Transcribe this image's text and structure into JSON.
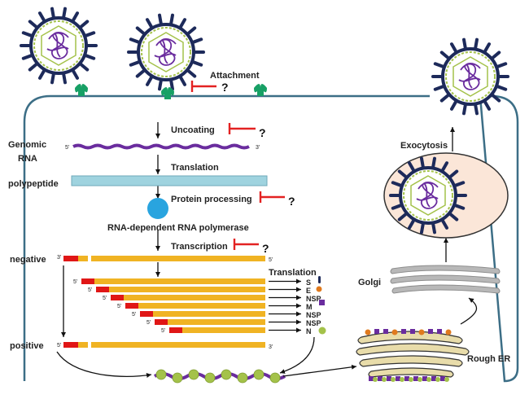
{
  "steps": {
    "attachment": "Attachment",
    "uncoating": "Uncoating",
    "translation": "Translation",
    "protein_processing": "Protein processing",
    "rdrp": "RNA-dependent RNA polymerase",
    "transcription": "Transcription",
    "translation2": "Translation",
    "exocytosis": "Exocytosis",
    "golgi": "Golgi",
    "rough_er": "Rough ER"
  },
  "labels": {
    "genomic": "Genomic",
    "rna": "RNA",
    "polypeptide": "polypeptide",
    "negative": "negative",
    "positive": "positive",
    "question": "?"
  },
  "ends": {
    "five": "5'",
    "three": "3'"
  },
  "proteins": [
    "S",
    "E",
    "NSP",
    "M",
    "NSP",
    "NSP",
    "N"
  ],
  "colors": {
    "membrane": "#3c6e86",
    "rna": "#6a2c9e",
    "strand": "#f0b323",
    "leader": "#e01616",
    "polypeptide": "#9fd3df",
    "polymerase": "#29a4df",
    "inhibitor": "#e32222",
    "spike": "#1d2a5a",
    "receptor": "#17a065",
    "nucleocapsid": "#a4c24a",
    "er": "#e8dcaa"
  }
}
